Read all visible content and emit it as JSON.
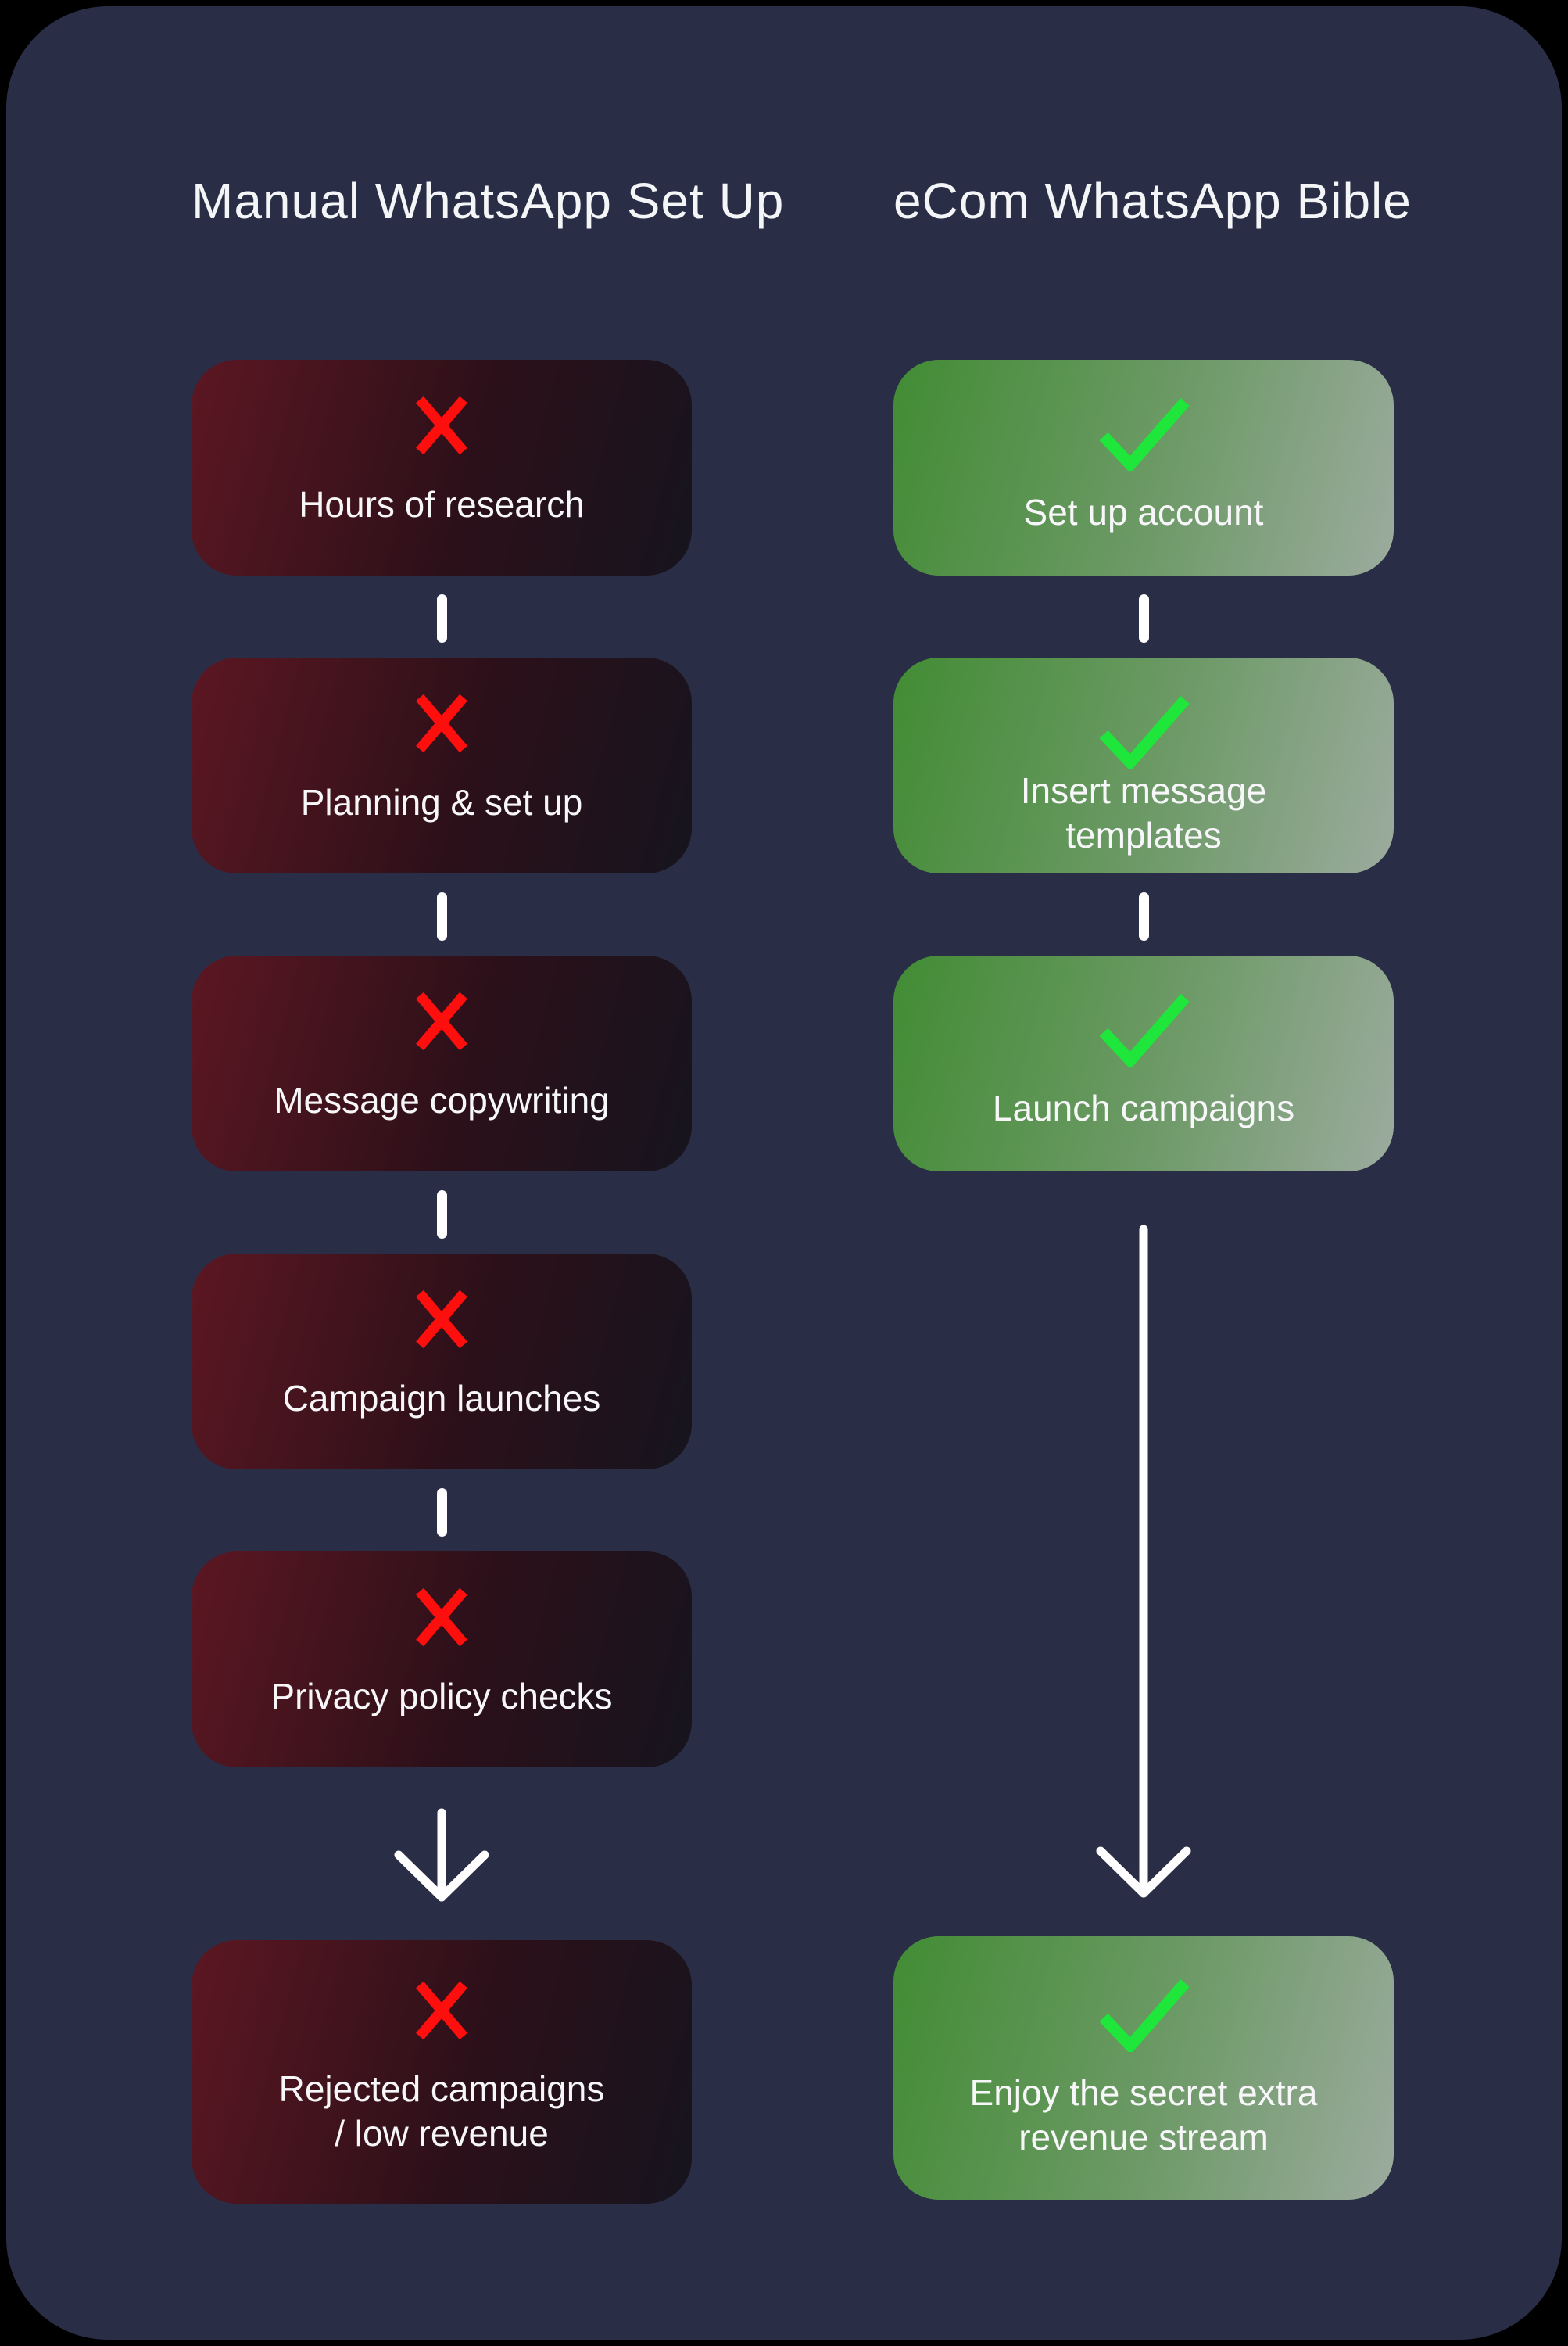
{
  "page": {
    "background": "#000000",
    "panel_background": "#292d45",
    "text_color": "#f7f7f9",
    "connector_color": "#ffffff"
  },
  "columns": [
    {
      "heading": "Manual WhatsApp Set Up",
      "status_icon": "x-icon",
      "accent": "#ff0e0e",
      "box_gradient": [
        "#5c1722",
        "#16141e"
      ],
      "steps": [
        "Hours of research",
        "Planning & set up",
        "Message copywriting",
        "Campaign launches",
        "Privacy policy checks"
      ],
      "result": "Rejected campaigns\n/ low revenue"
    },
    {
      "heading": "eCom WhatsApp Bible",
      "status_icon": "check-icon",
      "accent": "#1ee63a",
      "box_gradient": [
        "#428c34",
        "#9cab9e"
      ],
      "steps": [
        "Set up account",
        "Insert message\ntemplates",
        "Launch campaigns"
      ],
      "result": "Enjoy the secret extra\nrevenue stream"
    }
  ]
}
